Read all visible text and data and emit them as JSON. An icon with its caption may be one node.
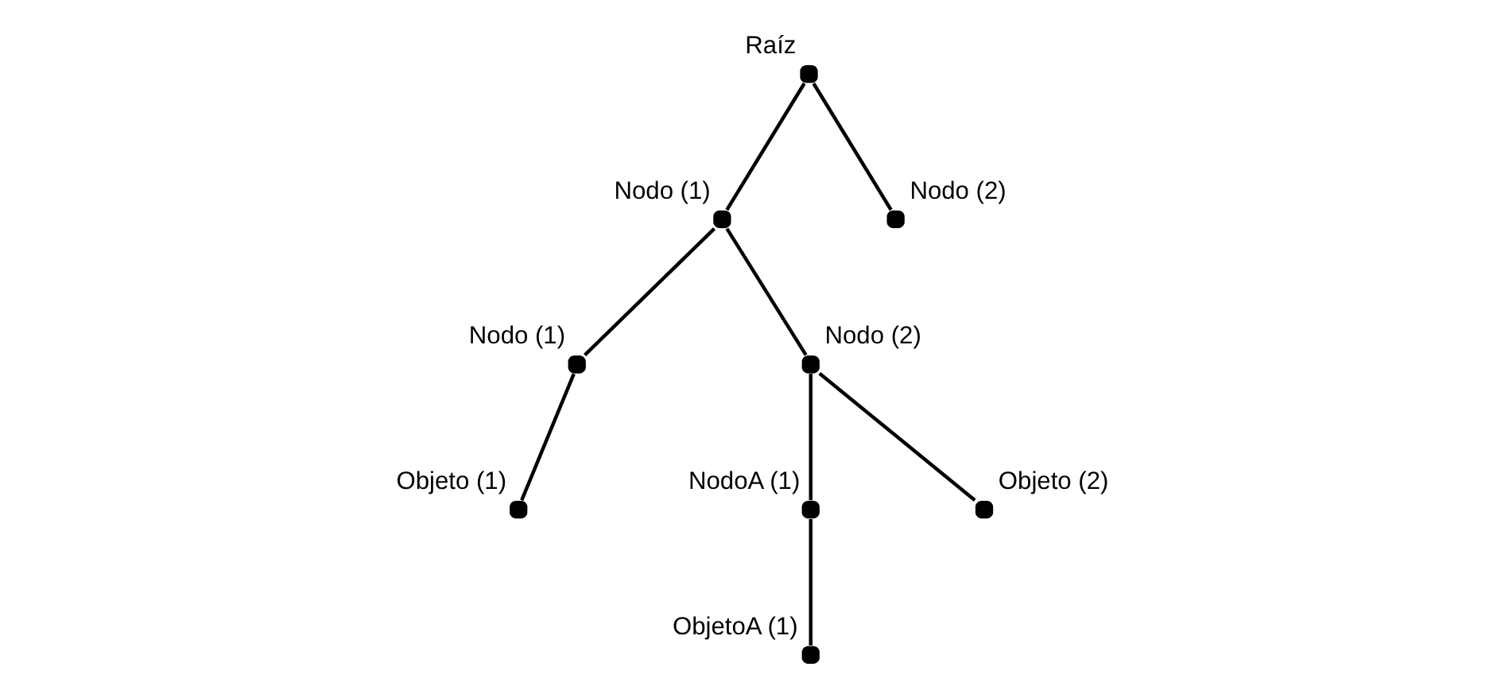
{
  "diagram": {
    "nodes": [
      {
        "text": [],
        "shape": "circle",
        "beside": [
          "Raíz"
        ]
      },
      {
        "text": [],
        "shape": "circle",
        "beside": [
          "Nodo (1)"
        ]
      },
      {
        "text": [],
        "shape": "circle",
        "beside": [
          "Nodo (2)"
        ]
      },
      {
        "text": [],
        "shape": "circle",
        "beside": [
          "Nodo (1)"
        ]
      },
      {
        "text": [],
        "shape": "circle",
        "beside": [
          "Nodo (2)"
        ]
      },
      {
        "text": [],
        "shape": "circle",
        "beside": [
          "Objeto (1)"
        ]
      },
      {
        "text": [],
        "shape": "circle",
        "beside": [
          "NodoA (1)"
        ]
      },
      {
        "text": [],
        "shape": "circle",
        "beside": [
          "Objeto (2)"
        ]
      },
      {
        "text": [],
        "shape": "circle",
        "beside": [
          "ObjetoA (1)"
        ]
      }
    ],
    "edges": [
      {
        "from": 0,
        "to": 1,
        "arrow": "none"
      },
      {
        "from": 0,
        "to": 2,
        "arrow": "none"
      },
      {
        "from": 1,
        "to": 3,
        "arrow": "none"
      },
      {
        "from": 1,
        "to": 4,
        "arrow": "none"
      },
      {
        "from": 3,
        "to": 5,
        "arrow": "none"
      },
      {
        "from": 4,
        "to": 6,
        "arrow": "none"
      },
      {
        "from": 4,
        "to": 7,
        "arrow": "none"
      },
      {
        "from": 6,
        "to": 8,
        "arrow": "none"
      }
    ]
  }
}
